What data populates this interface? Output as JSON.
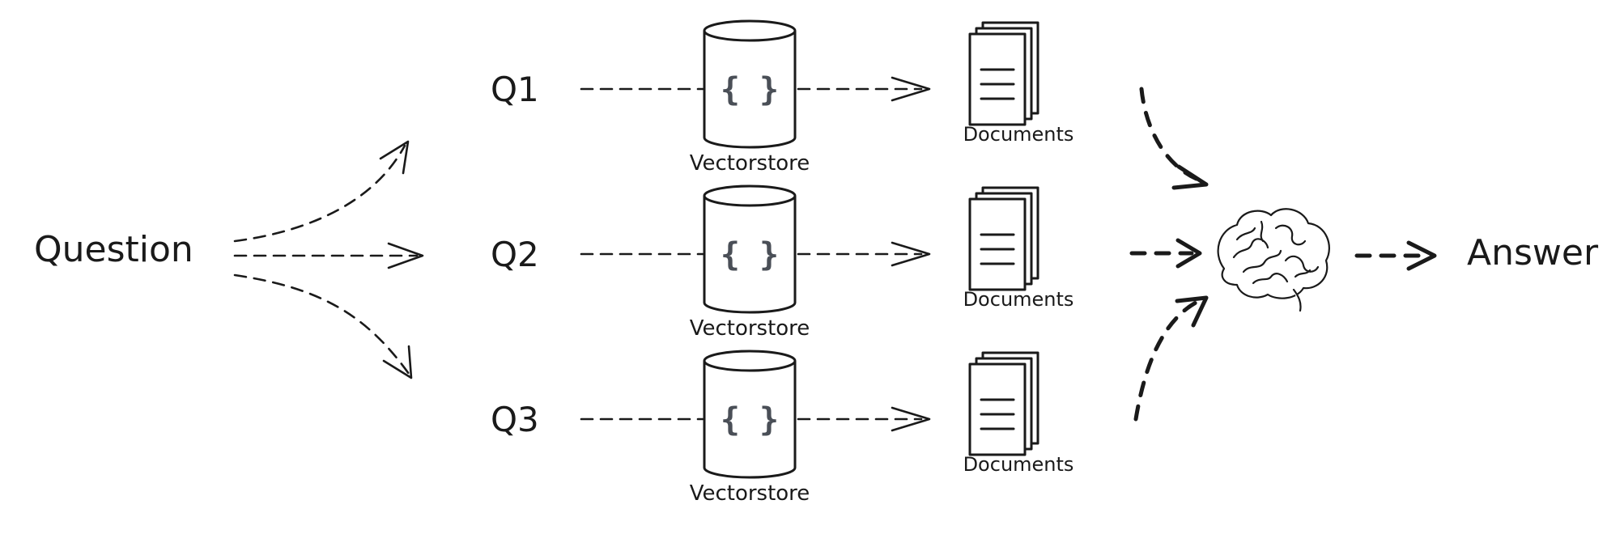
{
  "labels": {
    "question": "Question",
    "answer": "Answer"
  },
  "queries": [
    {
      "label": "Q1",
      "store_label": "Vectorstore",
      "store_symbol": "{ }",
      "docs_label": "Documents"
    },
    {
      "label": "Q2",
      "store_label": "Vectorstore",
      "store_symbol": "{ }",
      "docs_label": "Documents"
    },
    {
      "label": "Q3",
      "store_label": "Vectorstore",
      "store_symbol": "{ }",
      "docs_label": "Documents"
    }
  ],
  "icons": {
    "vectorstore": "cylinder-database-icon",
    "documents": "document-stack-icon",
    "llm": "brain-icon"
  },
  "colors": {
    "ink": "#1a1a1a",
    "braces": "#4a4f57",
    "background": "#ffffff"
  }
}
